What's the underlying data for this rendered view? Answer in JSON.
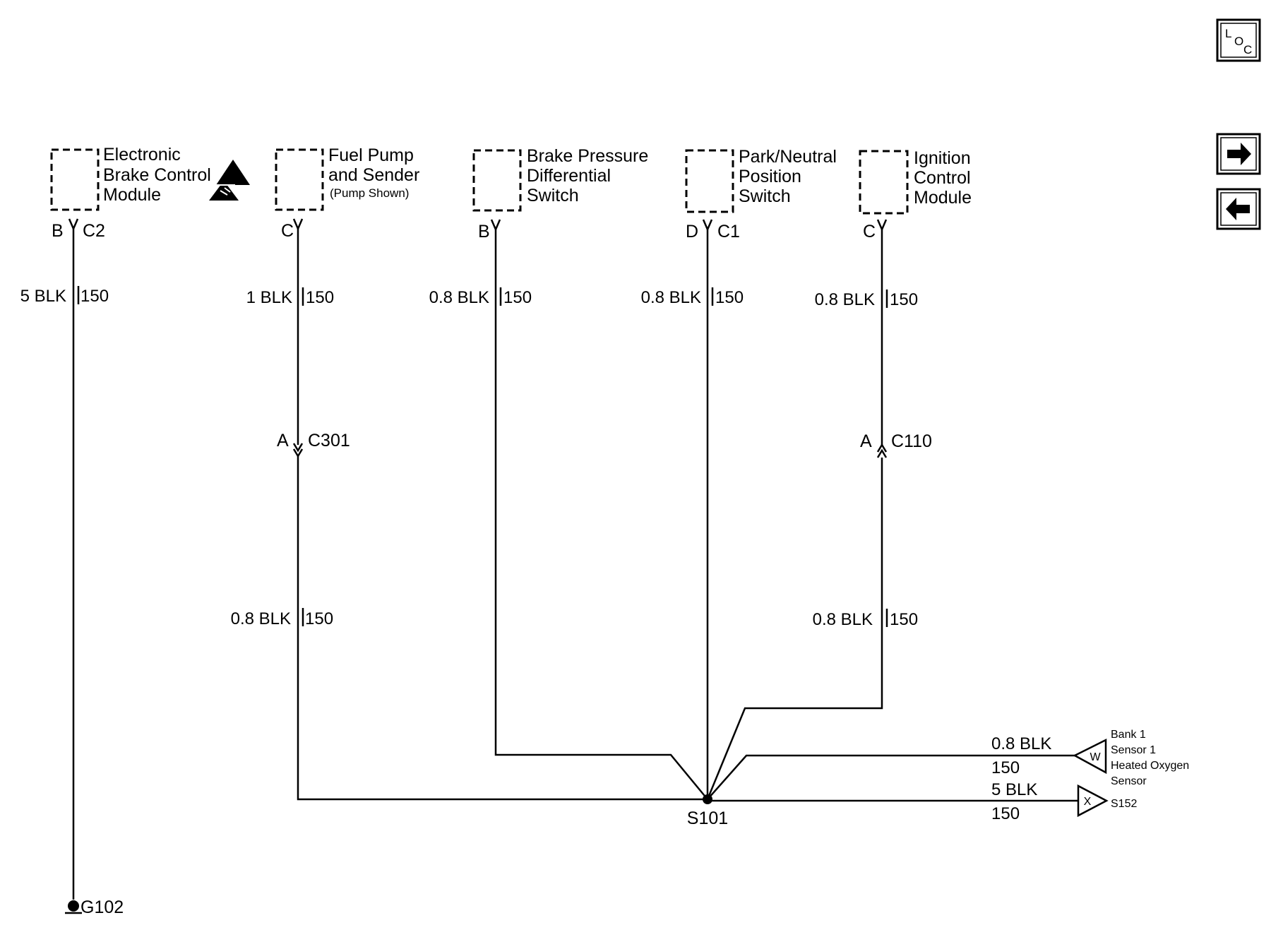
{
  "components": [
    {
      "id": "ebcm",
      "lines": [
        "Electronic",
        "Brake Control",
        "Module"
      ],
      "pin": "B",
      "connector": "C2",
      "wire": "5 BLK",
      "circuit": "150"
    },
    {
      "id": "fuel",
      "lines": [
        "Fuel Pump",
        "and Sender"
      ],
      "note": "(Pump Shown)",
      "pin": "C",
      "wire_upper": "1 BLK",
      "circuit_upper": "150",
      "inline_pin": "A",
      "inline_connector": "C301",
      "wire_lower": "0.8 BLK",
      "circuit_lower": "150"
    },
    {
      "id": "bpds",
      "lines": [
        "Brake Pressure",
        "Differential",
        "Switch"
      ],
      "pin": "B",
      "wire": "0.8 BLK",
      "circuit": "150"
    },
    {
      "id": "pnps",
      "lines": [
        "Park/Neutral",
        "Position",
        "Switch"
      ],
      "pin": "D",
      "connector": "C1",
      "wire": "0.8 BLK",
      "circuit": "150"
    },
    {
      "id": "icm",
      "lines": [
        "Ignition",
        "Control",
        "Module"
      ],
      "pin": "C",
      "wire_upper": "0.8 BLK",
      "circuit_upper": "150",
      "inline_pin": "A",
      "inline_connector": "C110",
      "wire_lower": "0.8 BLK",
      "circuit_lower": "150"
    }
  ],
  "splice": "S101",
  "ground": "G102",
  "branches": [
    {
      "id": "w",
      "letter": "W",
      "wire": "0.8 BLK",
      "circuit": "150",
      "dest_lines": [
        "Bank 1",
        "Sensor 1",
        "Heated Oxygen",
        "Sensor"
      ]
    },
    {
      "id": "x",
      "letter": "X",
      "wire": "5 BLK",
      "circuit": "150",
      "dest_lines": [
        "S152"
      ]
    }
  ],
  "nav": {
    "loc": {
      "l": "L",
      "o": "O",
      "c": "C"
    }
  },
  "icons": [
    "esd-sensitive-icon",
    "ground-icon",
    "location-icon",
    "arrow-right-icon",
    "arrow-left-icon"
  ],
  "colors": {
    "ink": "#000000",
    "background": "#ffffff"
  }
}
